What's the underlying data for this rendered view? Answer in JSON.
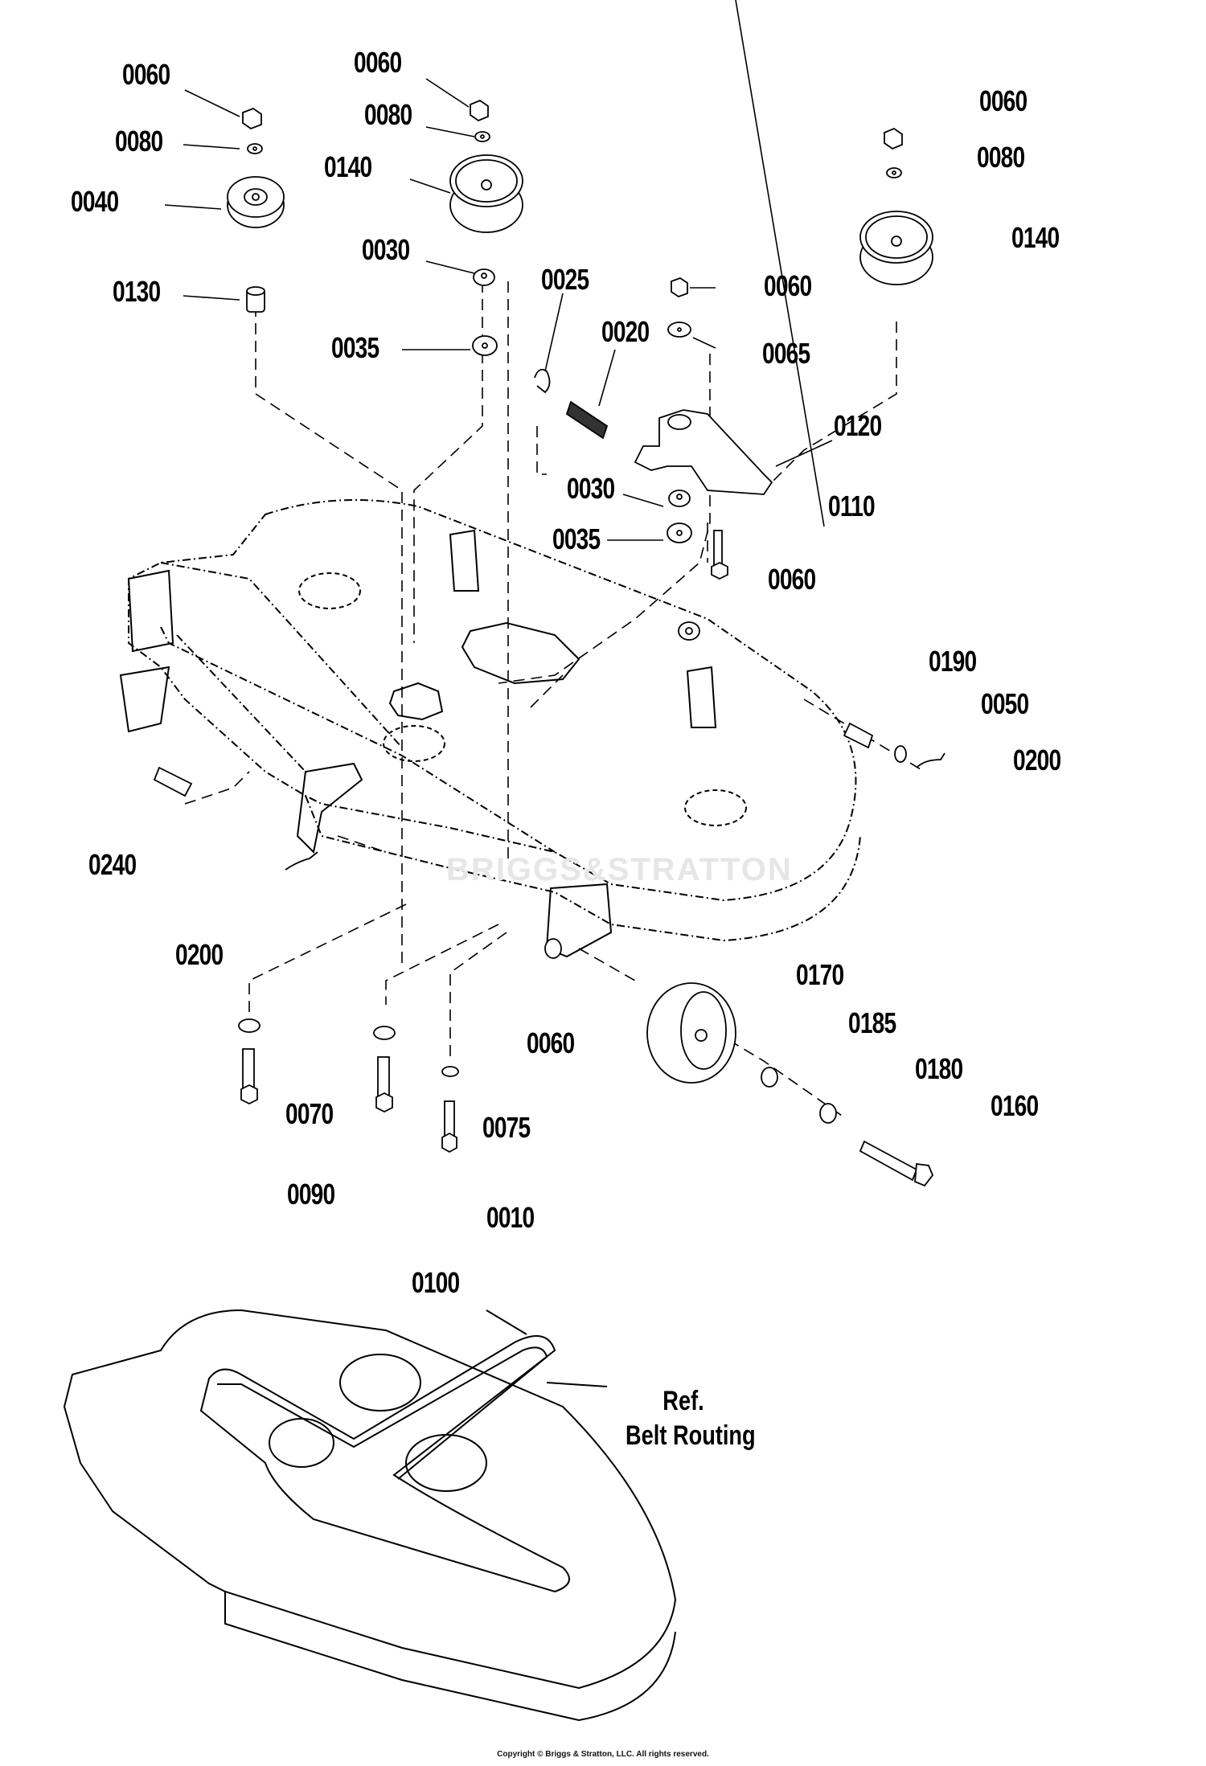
{
  "diagram": {
    "title": "Mower Deck Exploded Parts Diagram",
    "watermark": "BRIGGS&STRATTON",
    "callouts": [
      {
        "id": "c1",
        "label": "0060"
      },
      {
        "id": "c2",
        "label": "0080"
      },
      {
        "id": "c3",
        "label": "0040"
      },
      {
        "id": "c4",
        "label": "0130"
      },
      {
        "id": "c5",
        "label": "0060"
      },
      {
        "id": "c6",
        "label": "0080"
      },
      {
        "id": "c7",
        "label": "0140"
      },
      {
        "id": "c8",
        "label": "0030"
      },
      {
        "id": "c9",
        "label": "0035"
      },
      {
        "id": "c10",
        "label": "0025"
      },
      {
        "id": "c11",
        "label": "0020"
      },
      {
        "id": "c12",
        "label": "0060"
      },
      {
        "id": "c13",
        "label": "0065"
      },
      {
        "id": "c14",
        "label": "0120"
      },
      {
        "id": "c15",
        "label": "0030"
      },
      {
        "id": "c16",
        "label": "0035"
      },
      {
        "id": "c17",
        "label": "0110"
      },
      {
        "id": "c18",
        "label": "0060"
      },
      {
        "id": "c19",
        "label": "0080"
      },
      {
        "id": "c20",
        "label": "0140"
      },
      {
        "id": "c21",
        "label": "0060"
      },
      {
        "id": "c22",
        "label": "0190"
      },
      {
        "id": "c23",
        "label": "0050"
      },
      {
        "id": "c24",
        "label": "0200"
      },
      {
        "id": "c25",
        "label": "0240"
      },
      {
        "id": "c26",
        "label": "0200"
      },
      {
        "id": "c27",
        "label": "0060"
      },
      {
        "id": "c28",
        "label": "0170"
      },
      {
        "id": "c29",
        "label": "0185"
      },
      {
        "id": "c30",
        "label": "0180"
      },
      {
        "id": "c31",
        "label": "0160"
      },
      {
        "id": "c32",
        "label": "0070"
      },
      {
        "id": "c33",
        "label": "0075"
      },
      {
        "id": "c34",
        "label": "0090"
      },
      {
        "id": "c35",
        "label": "0010"
      },
      {
        "id": "c36",
        "label": "0100"
      }
    ],
    "reference_note": {
      "line1": "Ref.",
      "line2": "Belt Routing"
    },
    "copyright": "Copyright © Briggs & Stratton, LLC. All rights reserved."
  }
}
